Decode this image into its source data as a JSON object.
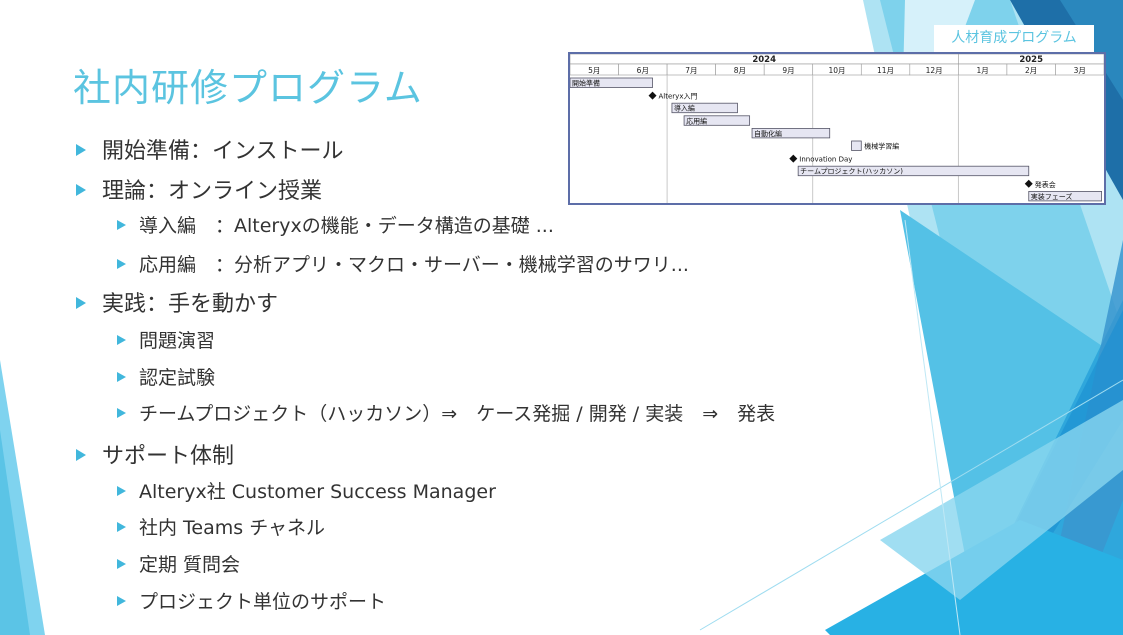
{
  "slide": {
    "title": "社内研修プログラム",
    "tag": "人材育成プログラム"
  },
  "bullets": [
    {
      "level": 1,
      "text": "開始準備：インストール"
    },
    {
      "level": 1,
      "text": "理論：オンライン授業"
    },
    {
      "level": 2,
      "text": "導入編　：Alteryxの機能・データ構造の基礎 ..."
    },
    {
      "level": 2,
      "text": "応用編　：分析アプリ・マクロ・サーバー・機械学習のサワリ..."
    },
    {
      "level": 1,
      "text": "実践：手を動かす"
    },
    {
      "level": 2,
      "text": "問題演習"
    },
    {
      "level": 2,
      "text": "認定試験"
    },
    {
      "level": 2,
      "text": "チームプロジェクト（ハッカソン）⇒　ケース発掘 / 開発 / 実装　⇒　発表"
    },
    {
      "level": 1,
      "text": "サポート体制"
    },
    {
      "level": 2,
      "text": "Alteryx社 Customer Success Manager"
    },
    {
      "level": 2,
      "text": "社内 Teams チャネル"
    },
    {
      "level": 2,
      "text": "定期 質問会"
    },
    {
      "level": 2,
      "text": "プロジェクト単位のサポート"
    }
  ],
  "gantt": {
    "years": [
      {
        "label": "2024",
        "start": 0,
        "end": 8
      },
      {
        "label": "2025",
        "start": 8,
        "end": 11
      }
    ],
    "months": [
      "5月",
      "6月",
      "7月",
      "8月",
      "9月",
      "10月",
      "11月",
      "12月",
      "1月",
      "2月",
      "3月"
    ],
    "tasks": [
      {
        "type": "bar",
        "label": "開始準備",
        "start": 0,
        "end": 1.7,
        "label_inside": true
      },
      {
        "type": "milestone",
        "label": "Alteryx入門",
        "at": 1.7
      },
      {
        "type": "bar",
        "label": "導入編",
        "start": 2.1,
        "end": 3.45,
        "label_inside": true
      },
      {
        "type": "bar",
        "label": "応用編",
        "start": 2.35,
        "end": 3.7,
        "label_inside": true
      },
      {
        "type": "bar",
        "label": "自動化編",
        "start": 3.75,
        "end": 5.35,
        "label_inside": true
      },
      {
        "type": "bar",
        "label": "機械学習編",
        "start": 5.8,
        "end": 6.0,
        "label_inside": false
      },
      {
        "type": "milestone",
        "label": "Innovation Day",
        "at": 4.6
      },
      {
        "type": "bar",
        "label": "チームプロジェクト(ハッカソン)",
        "start": 4.7,
        "end": 9.45,
        "label_inside": true
      },
      {
        "type": "milestone",
        "label": "発表会",
        "at": 9.45
      },
      {
        "type": "bar",
        "label": "実装フェーズ",
        "start": 9.45,
        "end": 10.95,
        "label_inside": true
      }
    ],
    "colors": {
      "bar_fill": "#e6e6f2",
      "bar_stroke": "#555566",
      "frame": "#5d6ea8"
    }
  },
  "colors": {
    "accent": "#41b7dc",
    "title": "#5bc4e0"
  }
}
